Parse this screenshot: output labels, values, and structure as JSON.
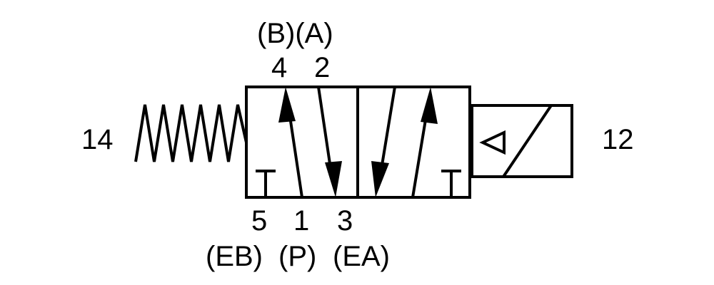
{
  "symbol": {
    "stroke_color": "#000000",
    "background_color": "#ffffff"
  },
  "top_ports": {
    "names": "(B)(A)",
    "num_4": "4",
    "num_2": "2"
  },
  "bottom_ports": {
    "num_5": "5",
    "num_1": "1",
    "num_3": "3",
    "name_eb": "(EB)",
    "name_p": "(P)",
    "name_ea": "(EA)"
  },
  "side_labels": {
    "left": "14",
    "right": "12"
  }
}
